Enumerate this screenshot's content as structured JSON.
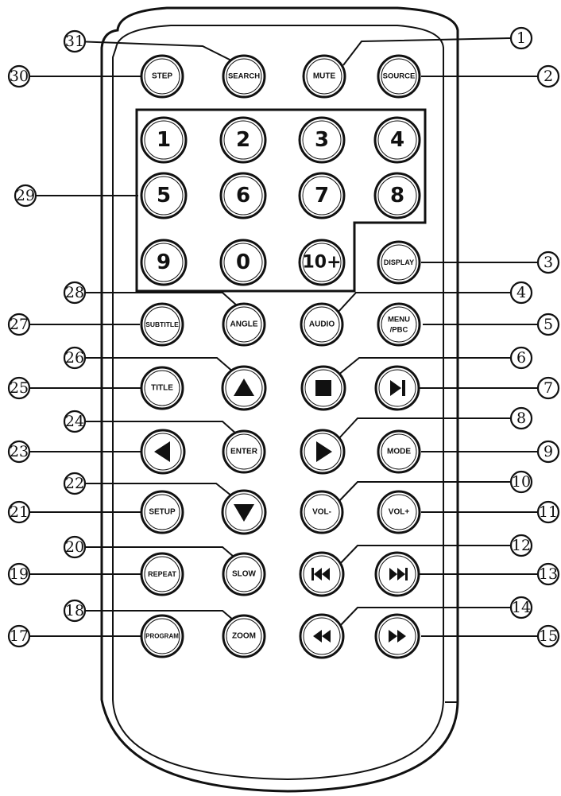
{
  "buttons": {
    "step": "STEP",
    "search": "SEARCH",
    "mute": "MUTE",
    "source": "SOURCE",
    "num1": "1",
    "num2": "2",
    "num3": "3",
    "num4": "4",
    "num5": "5",
    "num6": "6",
    "num7": "7",
    "num8": "8",
    "num9": "9",
    "num0": "0",
    "num10plus": "10+",
    "display": "DISPLAY",
    "subtitle": "SUBTITLE",
    "angle": "ANGLE",
    "audio": "AUDIO",
    "menu_pbc_line1": "MENU",
    "menu_pbc_line2": "/PBC",
    "title": "TITLE",
    "enter": "ENTER",
    "mode": "MODE",
    "setup": "SETUP",
    "vol_minus": "VOL-",
    "vol_plus": "VOL+",
    "repeat": "REPEAT",
    "slow": "SLOW",
    "program": "PROGRAM",
    "zoom": "ZOOM"
  },
  "icons": {
    "up": "arrow-up-icon",
    "down": "arrow-down-icon",
    "left": "arrow-left-icon",
    "right": "play-icon",
    "stop": "stop-icon",
    "step_forward": "play-pause-icon",
    "prev": "skip-previous-icon",
    "next": "skip-next-icon",
    "rewind": "rewind-icon",
    "fast_forward": "fast-forward-icon"
  },
  "callouts": {
    "c1": "1",
    "c2": "2",
    "c3": "3",
    "c4": "4",
    "c5": "5",
    "c6": "6",
    "c7": "7",
    "c8": "8",
    "c9": "9",
    "c10": "10",
    "c11": "11",
    "c12": "12",
    "c13": "13",
    "c14": "14",
    "c15": "15",
    "c17": "17",
    "c18": "18",
    "c19": "19",
    "c20": "20",
    "c21": "21",
    "c22": "22",
    "c23": "23",
    "c24": "24",
    "c25": "25",
    "c26": "26",
    "c27": "27",
    "c28": "28",
    "c29": "29",
    "c30": "30",
    "c31": "31"
  }
}
